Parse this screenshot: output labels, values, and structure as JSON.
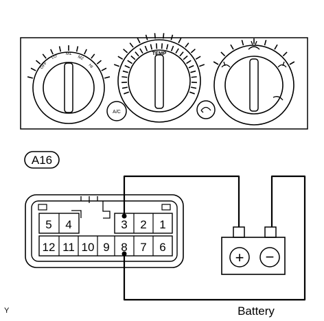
{
  "panel": {
    "knob_left": {
      "tick_labels": [
        "OFF",
        "LO",
        "M1",
        "M2",
        "HI"
      ]
    },
    "knob_center": {
      "label": "TEMP"
    },
    "button_ac": {
      "label": "A/C"
    },
    "knob_right": {}
  },
  "connector": {
    "id": "A16",
    "pins_top": [
      "5",
      "4",
      "3",
      "2",
      "1"
    ],
    "pins_bottom": [
      "12",
      "11",
      "10",
      "9",
      "8",
      "7",
      "6"
    ],
    "wired_pins": [
      "3",
      "8"
    ]
  },
  "battery": {
    "label": "Battery",
    "positive_symbol": "+",
    "negative_symbol": "−"
  },
  "corner_mark": "Y"
}
